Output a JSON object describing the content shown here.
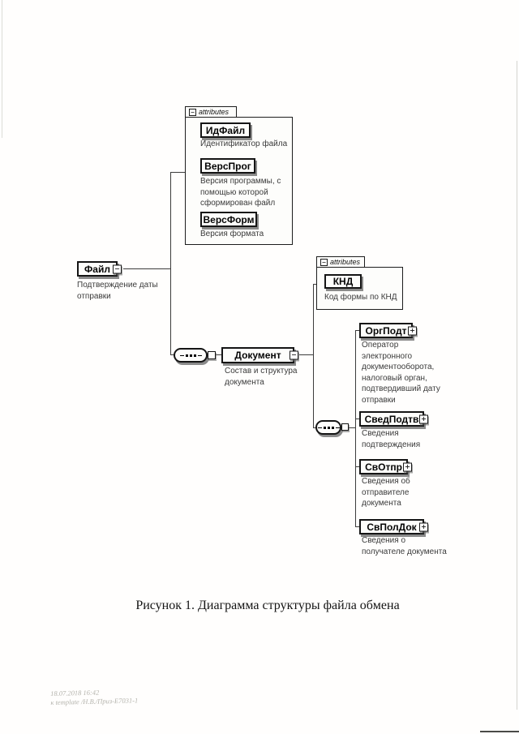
{
  "icons": {
    "collapse": "−",
    "expand": "+"
  },
  "diagram": {
    "attributes_label": "attributes",
    "root": {
      "name": "Файл",
      "annotation": "Подтверждение даты\nотправки"
    },
    "root_attributes": [
      {
        "name": "ИдФайл",
        "annotation": "Идентификатор файла"
      },
      {
        "name": "ВерсПрог",
        "annotation": "Версия программы, с\nпомощью которой\nсформирован файл"
      },
      {
        "name": "ВерсФорм",
        "annotation": "Версия формата"
      }
    ],
    "document": {
      "name": "Документ",
      "annotation": "Состав и структура\nдокумента"
    },
    "document_attributes": [
      {
        "name": "КНД",
        "annotation": "Код формы по КНД"
      }
    ],
    "document_children": [
      {
        "name": "ОргПодт",
        "annotation": "Оператор\nэлектронного\nдокументооборота,\nналоговый орган,\nподтвердивший дату\nотправки"
      },
      {
        "name": "СведПодтв",
        "annotation": "Сведения\nподтверждения"
      },
      {
        "name": "СвОтпр",
        "annotation": "Сведения об\nотправителе\nдокумента"
      },
      {
        "name": "СвПолДок",
        "annotation": "Сведения о\nполучателе документа"
      }
    ]
  },
  "caption": "Рисунок 1. Диаграмма структуры файла обмена",
  "footer": {
    "line1": "18.07.2018 16:42",
    "line2": "к template /Н.В./Приз-Е7031-1"
  }
}
